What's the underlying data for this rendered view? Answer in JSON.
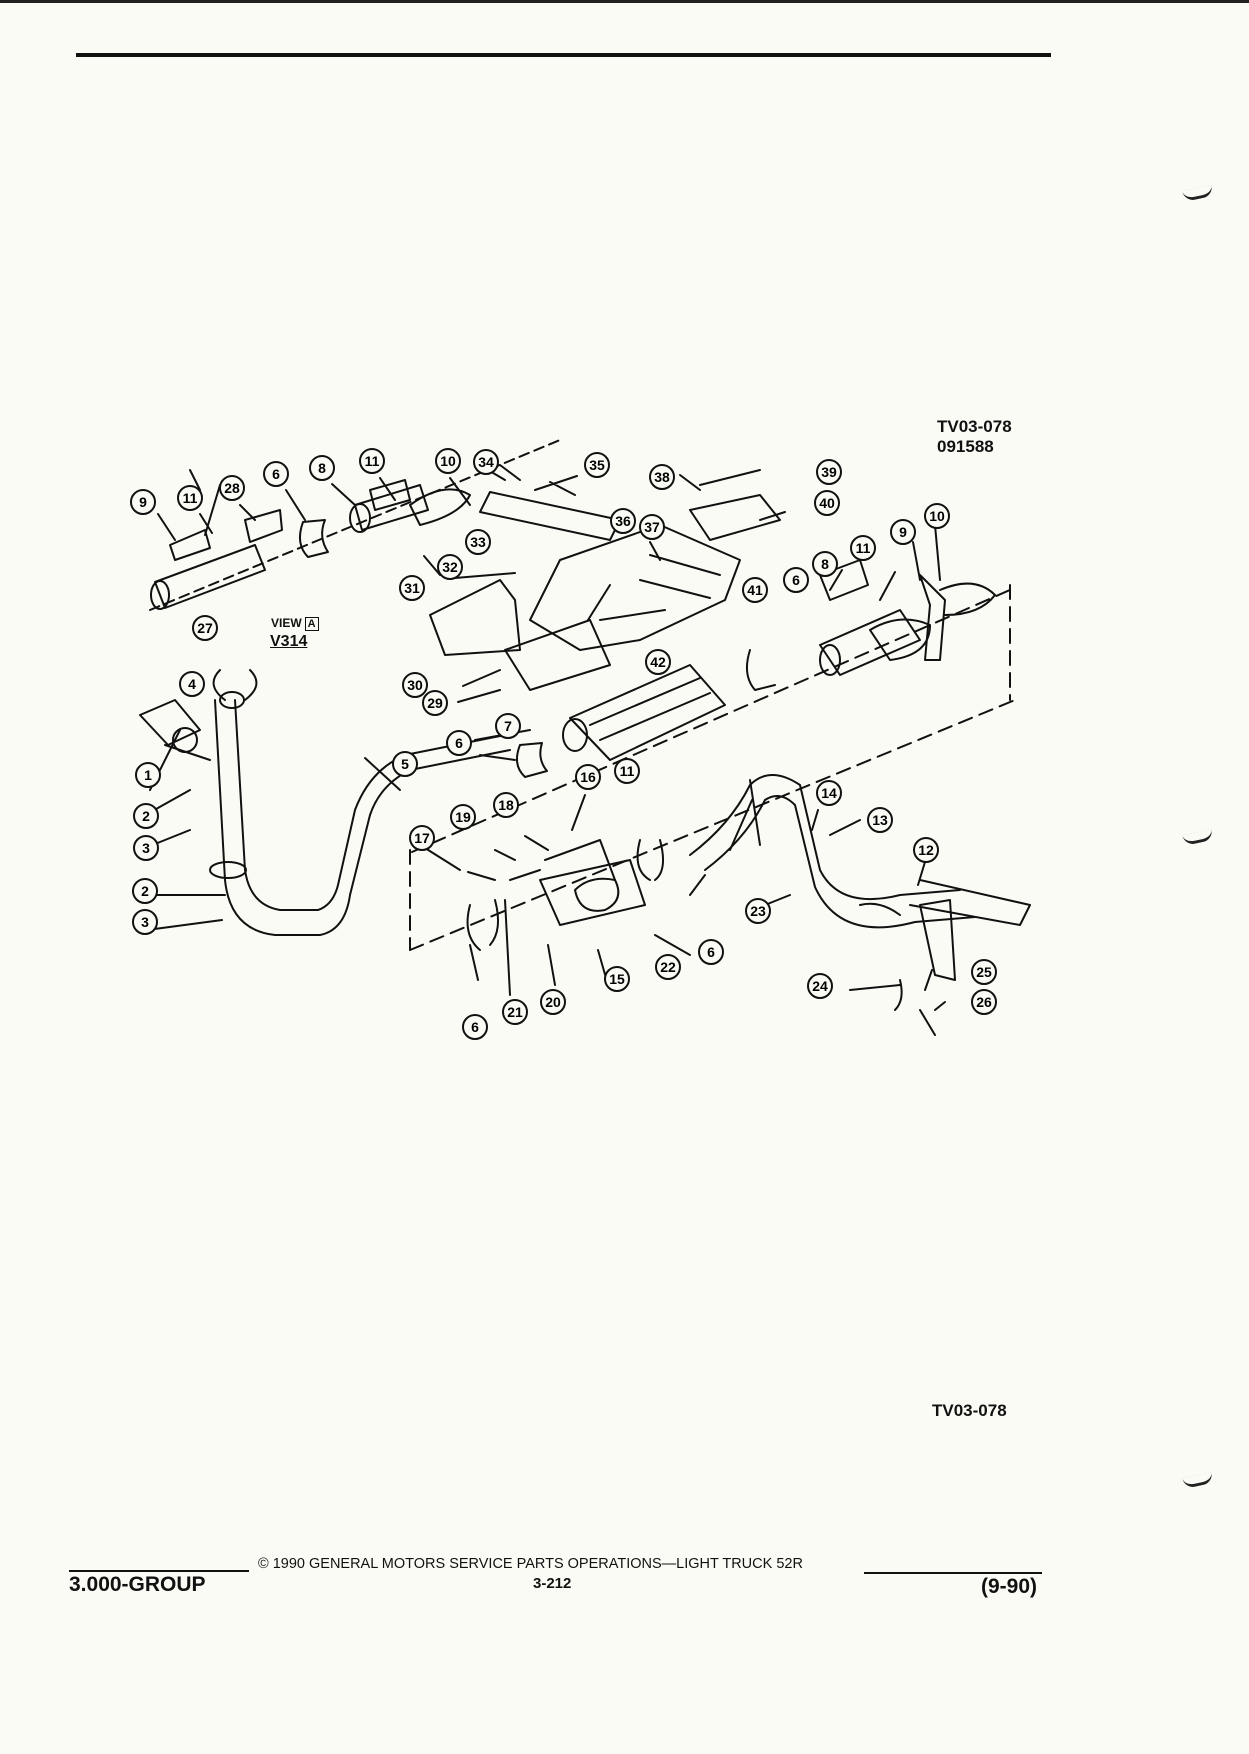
{
  "drawing": {
    "code": "TV03-078",
    "date_code": "091588",
    "bottom_code": "TV03-078"
  },
  "view": {
    "label": "VIEW",
    "marker": "A",
    "reference": "V314"
  },
  "callouts": [
    "9",
    "11",
    "28",
    "27",
    "6",
    "8",
    "11",
    "10",
    "34",
    "35",
    "33",
    "32",
    "31",
    "30",
    "29",
    "36",
    "37",
    "38",
    "39",
    "40",
    "42",
    "41",
    "6",
    "8",
    "11",
    "9",
    "10",
    "4",
    "1",
    "2",
    "3",
    "2",
    "3",
    "5",
    "6",
    "7",
    "16",
    "11",
    "18",
    "19",
    "17",
    "21",
    "6",
    "20",
    "15",
    "22",
    "6",
    "23",
    "14",
    "13",
    "12",
    "24",
    "25",
    "26"
  ],
  "footer": {
    "group": "3.000-GROUP",
    "copyright": "© 1990 GENERAL MOTORS SERVICE PARTS OPERATIONS—LIGHT TRUCK 52R",
    "page": "3-212",
    "revision": "(9-90)"
  }
}
